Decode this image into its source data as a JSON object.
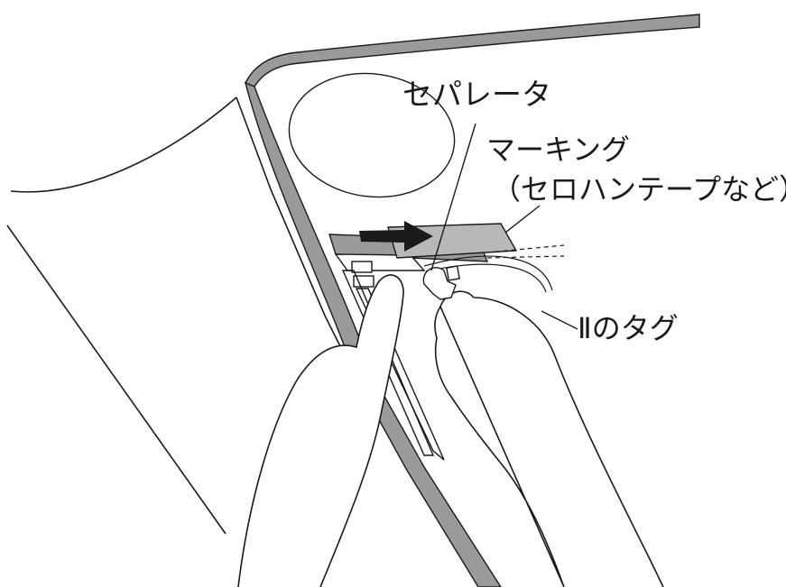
{
  "labels": {
    "separator": "セパレータ",
    "marking_line1": "マーキング",
    "marking_line2": "（セロハンテープなど）",
    "tag": "Ⅱのタグ"
  },
  "colors": {
    "line": "#1a1a1a",
    "rim_gray": "#9a9a9a",
    "tape_gray": "#b8b8b8",
    "arrow": "#1a1a1a",
    "background": "#ffffff"
  }
}
